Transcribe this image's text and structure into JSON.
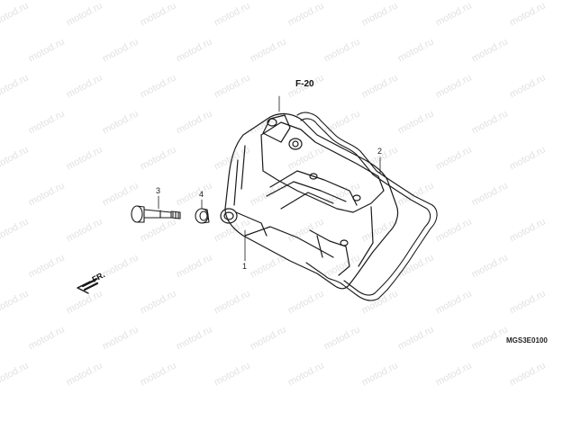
{
  "watermark": {
    "text": "motod.ru",
    "color": "#e2e2e2"
  },
  "reference": {
    "label": "F-20"
  },
  "direction": {
    "label": "FR."
  },
  "callouts": [
    {
      "number": "1",
      "part": "cylinder head cover"
    },
    {
      "number": "2",
      "part": "head cover gasket"
    },
    {
      "number": "3",
      "part": "flange bolt"
    },
    {
      "number": "4",
      "part": "rubber seal washer"
    }
  ],
  "diagram_code": "MGS3E0100",
  "colors": {
    "line": "#1a1a1a",
    "background": "#ffffff"
  }
}
